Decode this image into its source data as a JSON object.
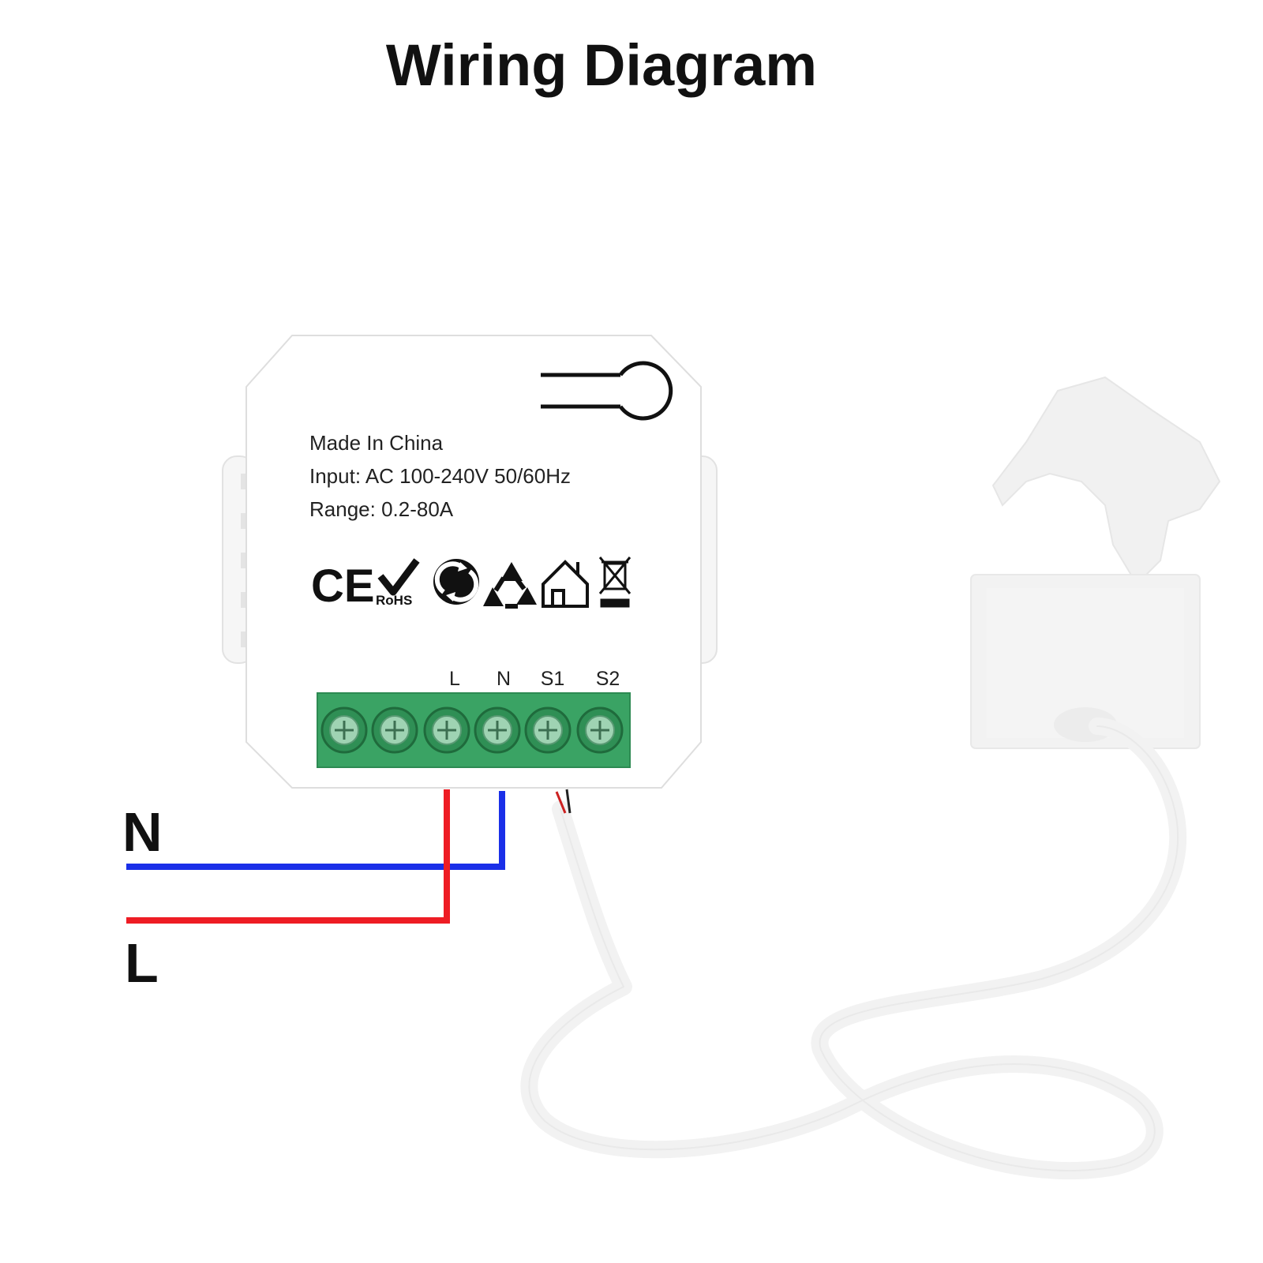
{
  "title": "Wiring Diagram",
  "device": {
    "lines": [
      "Made In China",
      "Input: AC 100-240V 50/60Hz",
      "Range: 0.2-80A"
    ],
    "terminals": [
      "L",
      "N",
      "S1",
      "S2"
    ],
    "certifications": {
      "ce": "CE",
      "rohs": "RoHS",
      "icons": [
        "ce-mark-icon",
        "rohs-check-icon",
        "green-dot-icon",
        "recycle-icon",
        "home-icon",
        "weee-bin-icon"
      ]
    }
  },
  "wires": {
    "neutral_label": "N",
    "live_label": "L",
    "neutral_color": "#1a2fe8",
    "live_color": "#ee1c24"
  },
  "colors": {
    "terminal_block": "#3aa364",
    "screw": "#9fd3b3"
  }
}
